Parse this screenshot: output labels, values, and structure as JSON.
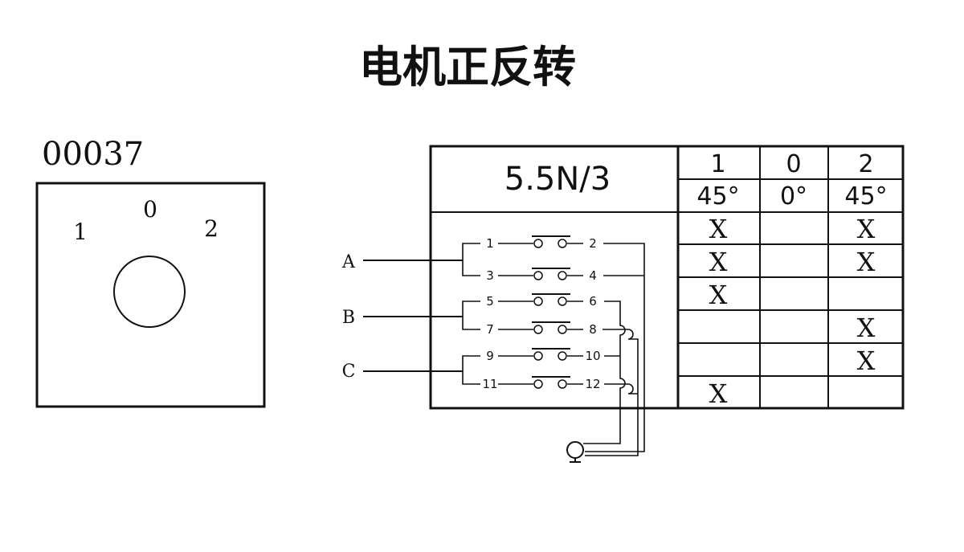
{
  "title": "电机正反转",
  "switch": {
    "model_code": "00037",
    "positions": {
      "left": "1",
      "center": "0",
      "right": "2"
    }
  },
  "table": {
    "rating": "5.5N/3",
    "columns": [
      {
        "position": "1",
        "angle": "45°"
      },
      {
        "position": "0",
        "angle": "0°"
      },
      {
        "position": "2",
        "angle": "45°"
      }
    ],
    "mark": "X",
    "rows": [
      {
        "contacts": "1-2",
        "states": [
          true,
          false,
          true
        ]
      },
      {
        "contacts": "3-4",
        "states": [
          true,
          false,
          true
        ]
      },
      {
        "contacts": "5-6",
        "states": [
          true,
          false,
          false
        ]
      },
      {
        "contacts": "7-8",
        "states": [
          false,
          false,
          true
        ]
      },
      {
        "contacts": "9-10",
        "states": [
          false,
          false,
          true
        ]
      },
      {
        "contacts": "11-12",
        "states": [
          true,
          false,
          false
        ]
      }
    ]
  },
  "circuit": {
    "phases": [
      "A",
      "B",
      "C"
    ],
    "terminals": [
      {
        "left": "1",
        "right": "2"
      },
      {
        "left": "3",
        "right": "4"
      },
      {
        "left": "5",
        "right": "6"
      },
      {
        "left": "7",
        "right": "8"
      },
      {
        "left": "9",
        "right": "10"
      },
      {
        "left": "11",
        "right": "12"
      }
    ],
    "motor_icon": "motor-icon"
  }
}
